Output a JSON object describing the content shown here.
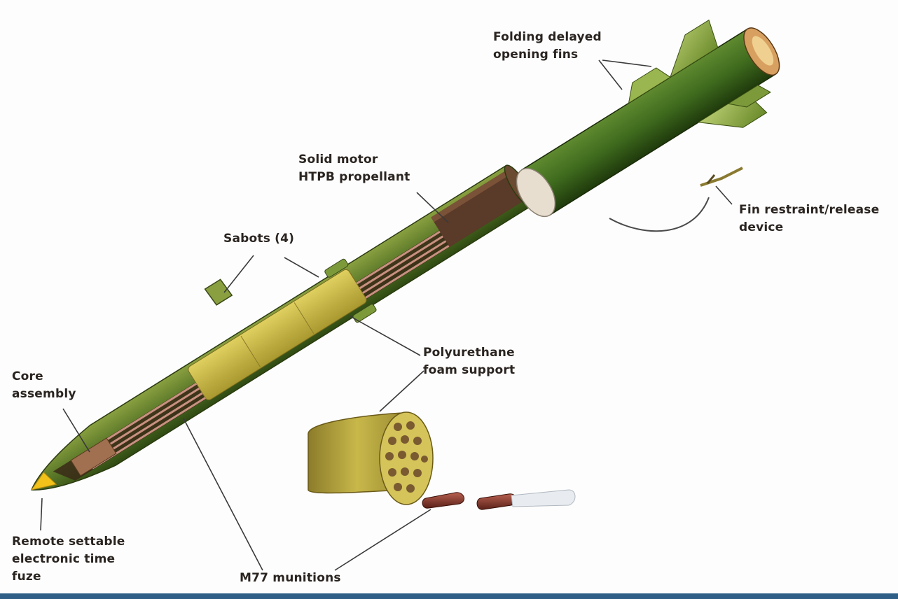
{
  "labels": {
    "folding_fins": [
      "Folding delayed",
      "opening fins"
    ],
    "solid_motor": [
      "Solid motor",
      "HTPB propellant"
    ],
    "fin_restraint": [
      "Fin restraint/release",
      "device"
    ],
    "sabots": [
      "Sabots (4)"
    ],
    "polyurethane": [
      "Polyurethane",
      "foam support"
    ],
    "core_assembly": [
      "Core",
      "assembly"
    ],
    "fuze": [
      "Remote settable",
      "electronic time",
      "fuze"
    ],
    "m77": [
      "M77 munitions"
    ]
  },
  "colors": {
    "body_green": "#5d7a2a",
    "body_dark": "#2f4a12",
    "motor_green": "#3f6b1e",
    "foam_yellow": "#c8b84a",
    "fuze_yellow": "#f2c21a",
    "munition_red": "#8a3a30",
    "leader": "#3a3a3a"
  }
}
